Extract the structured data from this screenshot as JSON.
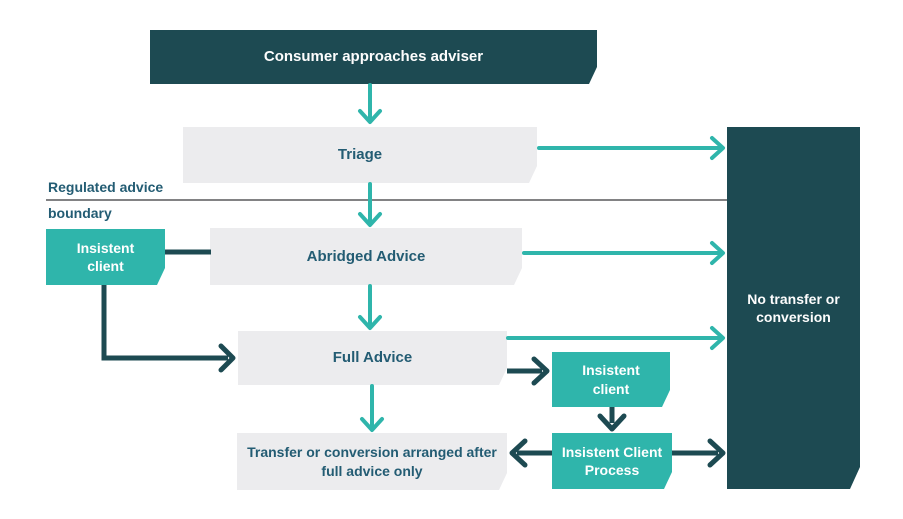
{
  "diagram": {
    "type": "flowchart",
    "boundary": {
      "line1": "Regulated advice",
      "line2": "boundary"
    },
    "nodes": {
      "consumer": {
        "label": "Consumer approaches adviser",
        "style": "dark"
      },
      "triage": {
        "label": "Triage",
        "style": "gray"
      },
      "insistent_left": {
        "label": "Insistent client",
        "style": "teal"
      },
      "abridged": {
        "label": "Abridged Advice",
        "style": "gray"
      },
      "full": {
        "label": "Full Advice",
        "style": "gray"
      },
      "insistent_right": {
        "label": "Insistent client",
        "style": "teal"
      },
      "process": {
        "label": "Insistent Client Process",
        "style": "teal"
      },
      "transfer": {
        "label": "Transfer or conversion arranged after full advice only",
        "style": "gray"
      },
      "no_transfer": {
        "label": "No transfer or conversion",
        "style": "dark"
      }
    },
    "edges": [
      {
        "from": "consumer",
        "to": "triage",
        "color": "teal",
        "arrowhead": true
      },
      {
        "from": "triage",
        "to": "no_transfer",
        "color": "teal",
        "arrowhead": true
      },
      {
        "from": "triage",
        "to": "abridged",
        "color": "teal",
        "arrowhead": true
      },
      {
        "from": "insistent_left",
        "to": "abridged",
        "color": "dark",
        "arrowhead": false
      },
      {
        "from": "insistent_left",
        "to": "full",
        "color": "dark",
        "arrowhead": true
      },
      {
        "from": "abridged",
        "to": "no_transfer",
        "color": "teal",
        "arrowhead": true
      },
      {
        "from": "abridged",
        "to": "full",
        "color": "teal",
        "arrowhead": true
      },
      {
        "from": "full",
        "to": "no_transfer",
        "color": "teal",
        "arrowhead": true
      },
      {
        "from": "full",
        "to": "insistent_right",
        "color": "dark",
        "arrowhead": true
      },
      {
        "from": "full",
        "to": "transfer",
        "color": "teal",
        "arrowhead": true
      },
      {
        "from": "insistent_right",
        "to": "process",
        "color": "dark",
        "arrowhead": true
      },
      {
        "from": "process",
        "to": "transfer",
        "color": "dark",
        "arrowhead": true
      },
      {
        "from": "process",
        "to": "no_transfer",
        "color": "dark",
        "arrowhead": true
      }
    ],
    "colors": {
      "dark_teal": "#1d4a52",
      "teal": "#2fb5ab",
      "node_gray": "#ececee",
      "boundary_line": "#58595b",
      "text_dark": "#235c73",
      "text_light": "#ffffff"
    }
  }
}
